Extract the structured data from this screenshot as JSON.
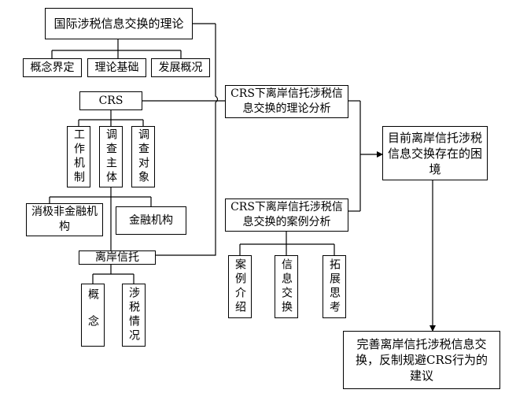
{
  "nodes": {
    "intl_theory": "国际涉税信息交换的理论",
    "concept_def": "概念界定",
    "theory_basis": "理论基础",
    "dev_overview": "发展概况",
    "crs": "CRS",
    "work_mech": "工作机制",
    "investigate_subject": "调查主体",
    "investigate_object": "调查对象",
    "passive_nonfin": "消极非金融机构",
    "financial_inst": "金融机构",
    "offshore_trust": "离岸信托",
    "concept": "概念",
    "tax_situation": "涉税情况",
    "crs_theory_analysis": "CRS下离岸信托涉税信息交换的理论分析",
    "crs_case_analysis": "CRS下离岸信托涉税信息交换的案例分析",
    "case_intro": "案例介绍",
    "info_exchange": "信息交换",
    "extended_thinking": "拓展思考",
    "current_dilemma": "目前离岸信托涉税信息交换存在的困境",
    "suggestion": "完善离岸信托涉税信息交换，反制规避CRS行为的建议"
  }
}
